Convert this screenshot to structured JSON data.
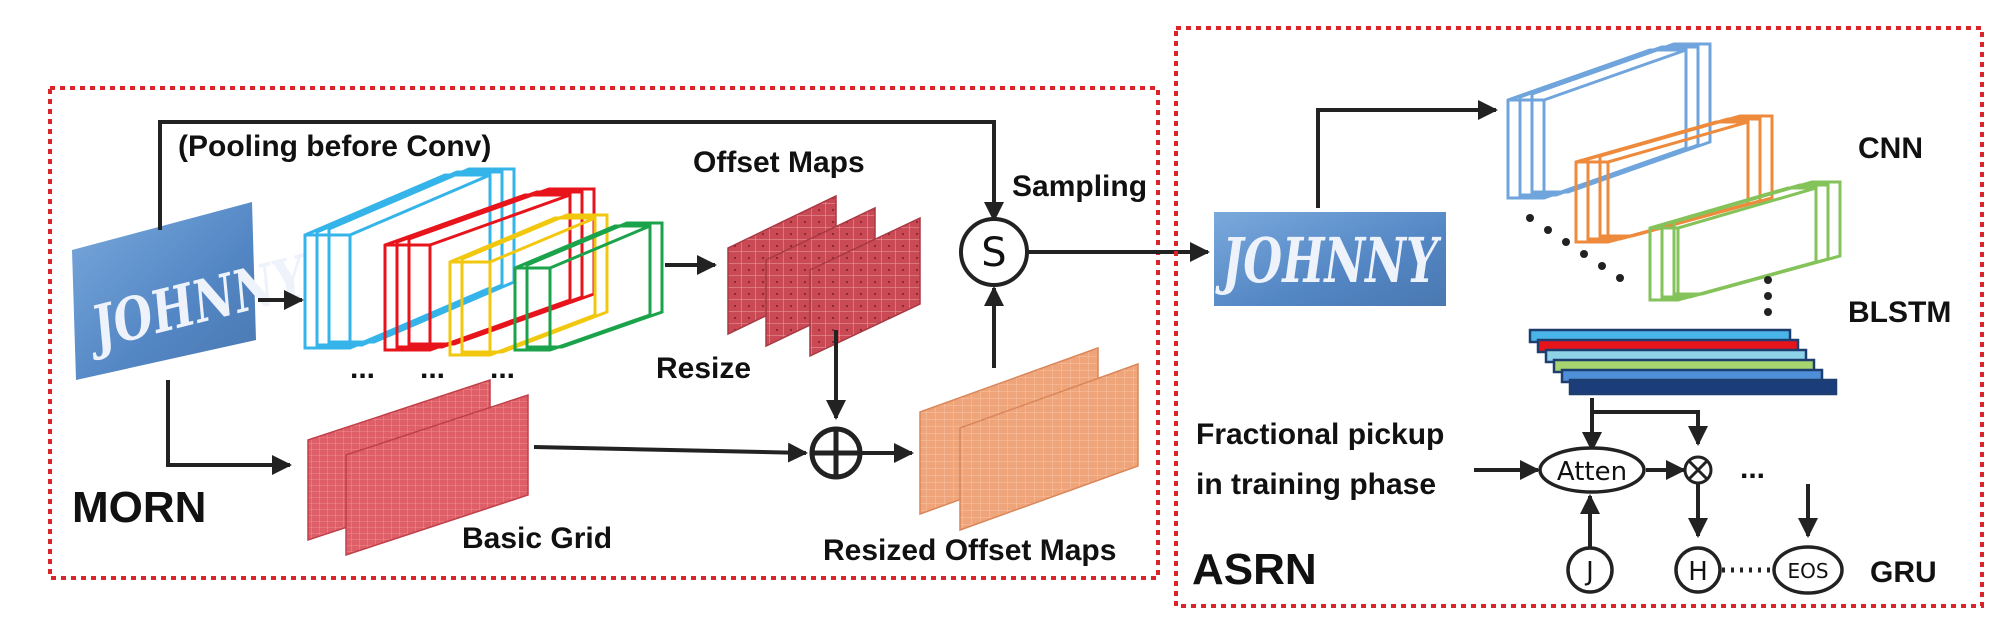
{
  "morn": {
    "title": "MORN",
    "pooling_note": "(Pooling before Conv)",
    "offset_maps": "Offset Maps",
    "sampling": "Sampling",
    "sampling_symbol": "S",
    "resize": "Resize",
    "basic_grid": "Basic Grid",
    "resized_offset_maps": "Resized Offset Maps",
    "ellipsis": "..."
  },
  "asrn": {
    "title": "ASRN",
    "cnn": "CNN",
    "blstm": "BLSTM",
    "gru": "GRU",
    "fractional_line1": "Fractional pickup",
    "fractional_line2": "in training phase",
    "atten": "Atten",
    "node_j": "J",
    "node_h": "H",
    "node_eos": "EOS",
    "multiply_symbol": "⊗"
  },
  "input_image_text": "JOHNNY",
  "rectified_image_text": "JOHNNY",
  "colors": {
    "dotted_border": "#d9252a",
    "cyan": "#35b4ea",
    "red": "#e8141c",
    "yellow": "#f2c80f",
    "green": "#1aa34a",
    "blue_feature": "#6fa5dc",
    "orange_feature": "#ee8a3c",
    "green_feature": "#84c25a",
    "offset_map_red": "#c94a55",
    "resized_map_orange": "#f0a479",
    "grid_red": "#de5f68",
    "photo_blue": "#5e92cc",
    "arrow": "#222222"
  }
}
